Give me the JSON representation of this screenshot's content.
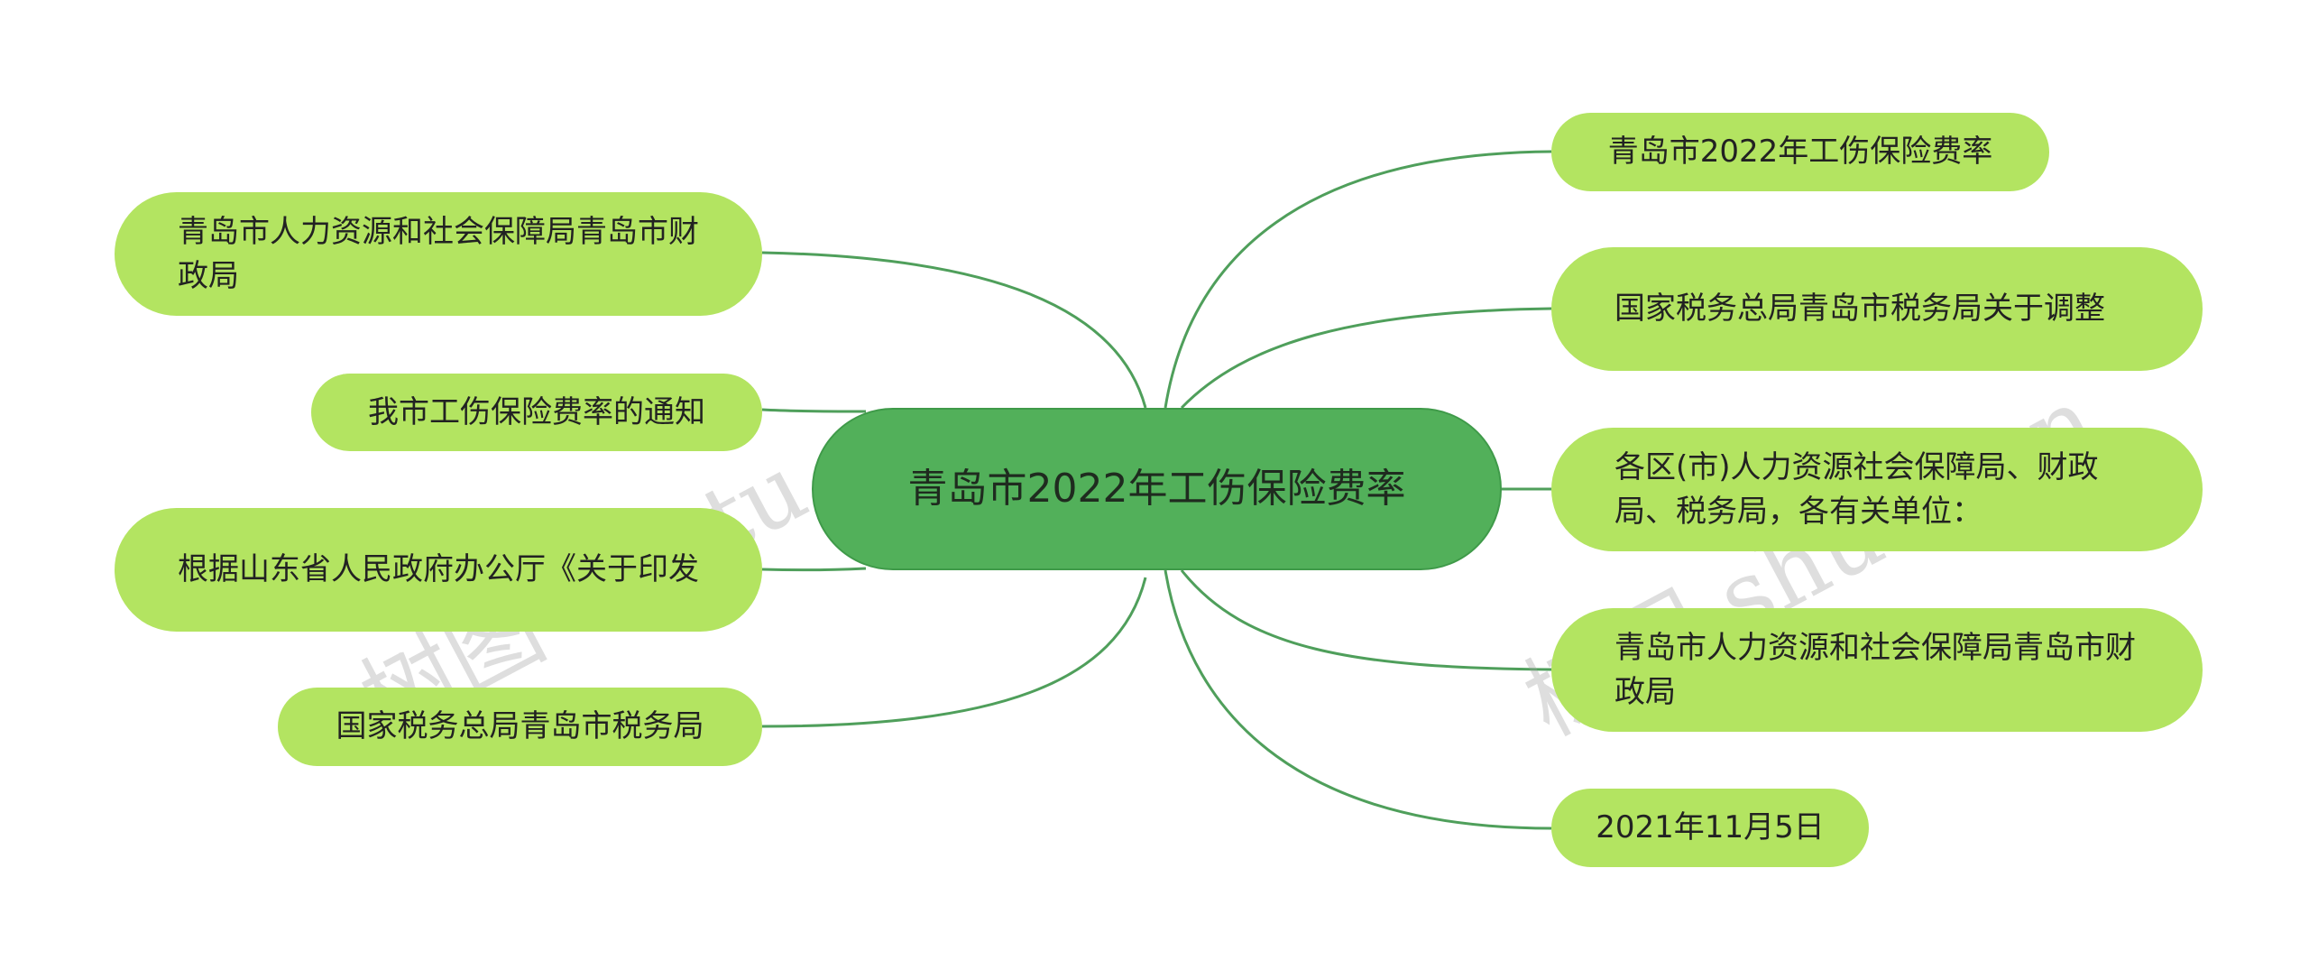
{
  "center": {
    "title": "青岛市2022年工伤保险费率"
  },
  "left_nodes": [
    {
      "id": "l1",
      "text": "青岛市人力资源和社会保障局青岛市财政局"
    },
    {
      "id": "l2",
      "text": "我市工伤保险费率的通知"
    },
    {
      "id": "l3",
      "text": "根据山东省人民政府办公厅《关于印发"
    },
    {
      "id": "l4",
      "text": "国家税务总局青岛市税务局"
    }
  ],
  "right_nodes": [
    {
      "id": "r1",
      "text": "青岛市2022年工伤保险费率"
    },
    {
      "id": "r2",
      "text": "国家税务总局青岛市税务局关于调整"
    },
    {
      "id": "r3",
      "text": "各区(市)人力资源社会保障局、财政局、税务局，各有关单位："
    },
    {
      "id": "r4",
      "text": "青岛市人力资源和社会保障局青岛市财政局"
    },
    {
      "id": "r5",
      "text": "2021年11月5日"
    }
  ],
  "watermark": {
    "text": "树图 shutu.cn"
  },
  "colors": {
    "node_fill": "#b3e461",
    "center_fill": "#52b05a",
    "edge": "#4f9f5b",
    "background": "#ffffff"
  }
}
